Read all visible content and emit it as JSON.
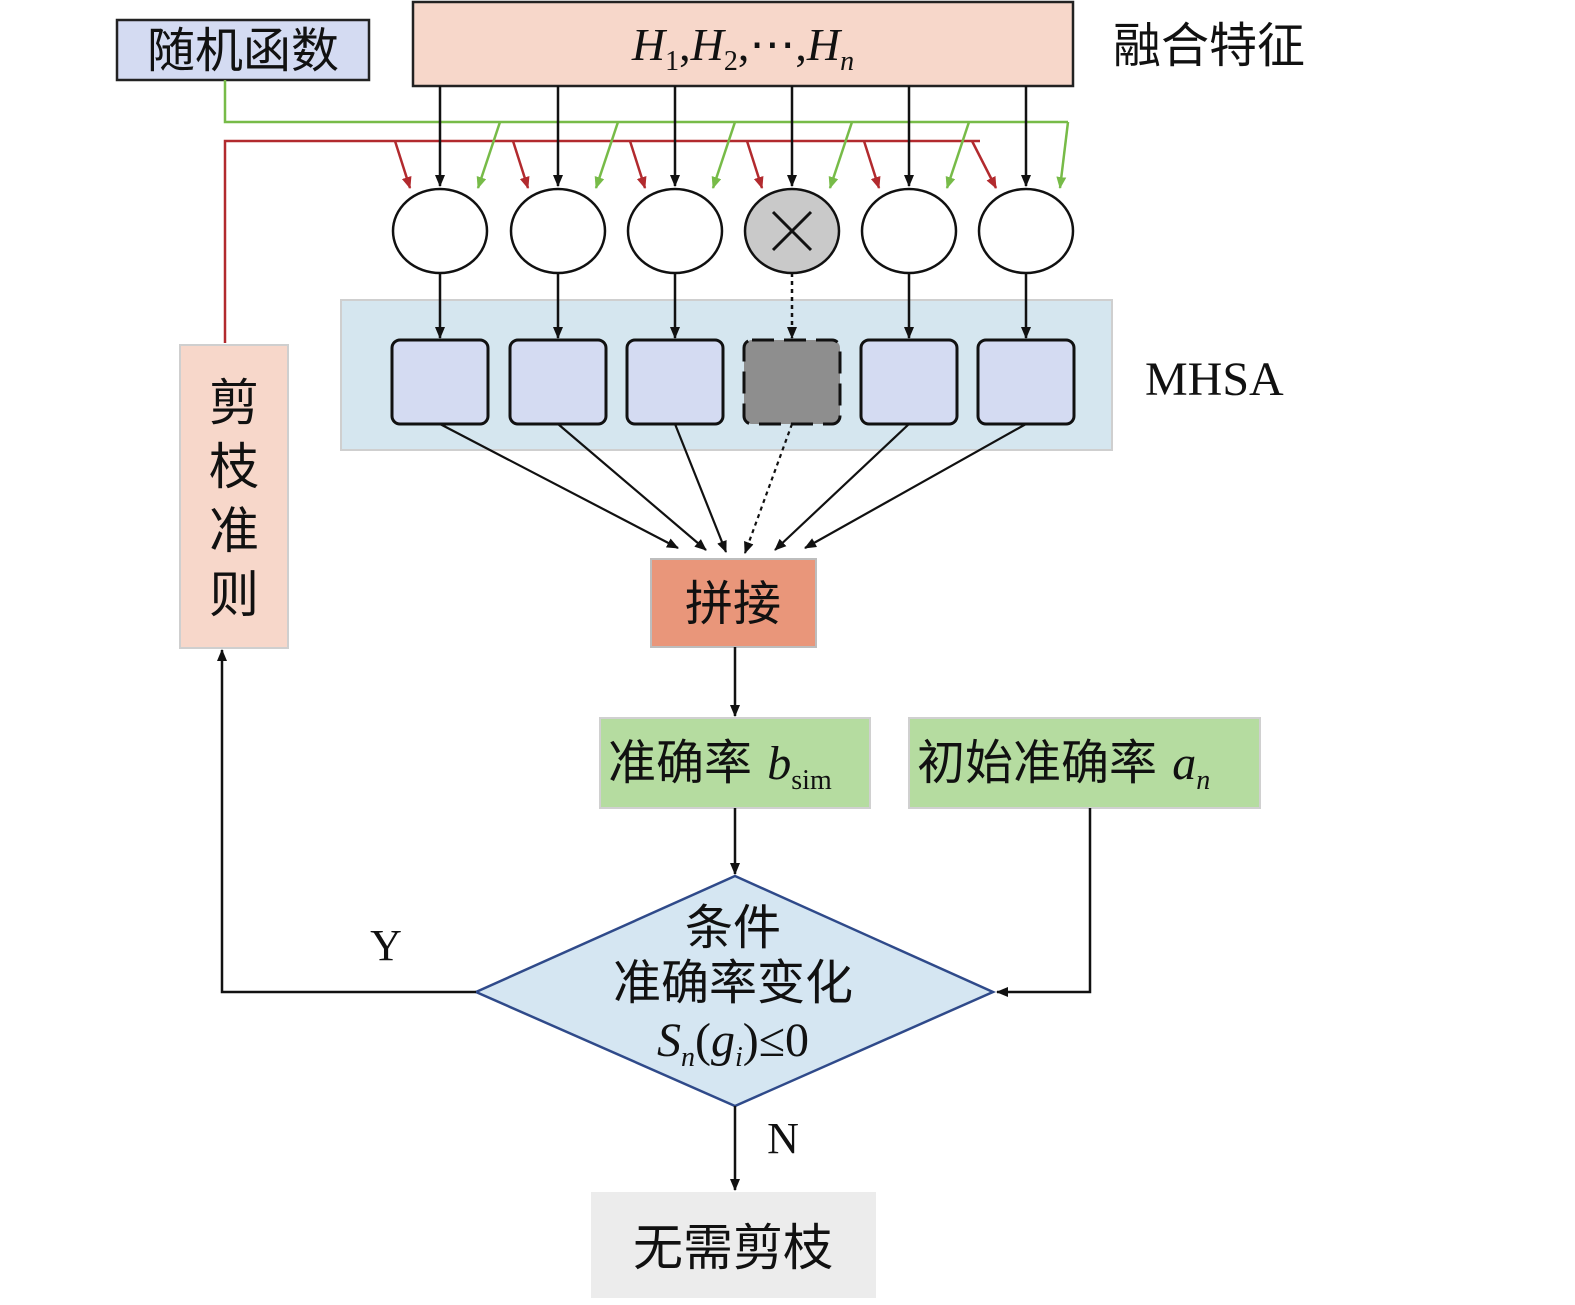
{
  "random_function": {
    "label": "随机函数"
  },
  "fused_features": {
    "label": "融合特征",
    "formula": {
      "h": "H",
      "sub1": "1",
      "sub2": "2",
      "sep": ",",
      "dots": "⋯",
      "subn": "n"
    }
  },
  "mhsa": {
    "label": "MHSA",
    "head_count": 6,
    "pruned_index": 3
  },
  "concat": {
    "label": "拼接"
  },
  "pruning_rule": {
    "label": "剪枝准则",
    "chars": [
      "剪",
      "枝",
      "准",
      "则"
    ]
  },
  "accuracy": {
    "label": "准确率 ",
    "var": "b",
    "sub": "sim"
  },
  "initial_accuracy": {
    "label": "初始准确率 ",
    "var": "a",
    "sub": "n"
  },
  "condition": {
    "line1": "条件",
    "line2": "准确率变化",
    "line3": {
      "s": "S",
      "sub_n": "n",
      "open": "(",
      "g": "g",
      "sub_i": "i",
      "close": ")",
      "rel": "≤0"
    }
  },
  "branch_yes": "Y",
  "branch_no": "N",
  "no_prune": {
    "label": "无需剪枝"
  },
  "colors": {
    "peach": "#f7d7ca",
    "lavender": "#d4dbf2",
    "light_blue_panel": "#d5e6ef",
    "salmon": "#e9967a",
    "green": "#b5dca0",
    "diamond": "#d5e6f2",
    "diamond_stroke": "#2f4a8a",
    "gray_box": "#ececec",
    "pruned": "#8e8e8e",
    "red_line": "#b22a2e",
    "green_line": "#77bb48"
  }
}
